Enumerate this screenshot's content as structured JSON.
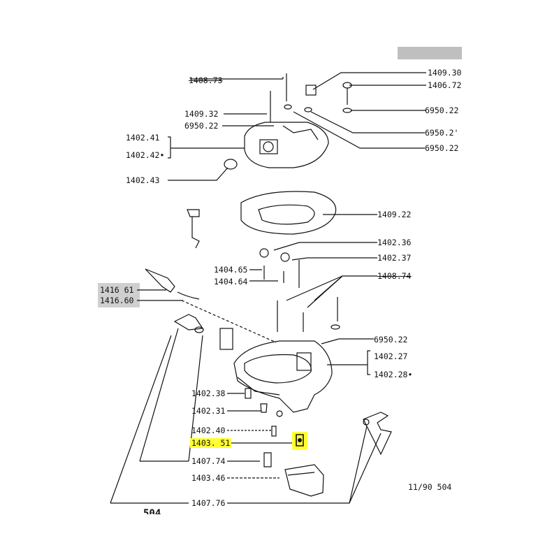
{
  "labels": {
    "l_1408_73": "1408.73",
    "l_1409_30": "1409.30",
    "l_1406_72": "1406.72",
    "l_1409_32": "1409.32",
    "l_6950_22_a": "6950.22",
    "l_6950_22_b": "6950.22",
    "l_6950_21": "6950.2'",
    "l_6950_22_c": "6950.22",
    "l_1402_41": "1402.41",
    "l_1402_42": "1402.42•",
    "l_1402_43": "1402.43",
    "l_1409_22": "1409.22",
    "l_1402_36": "1402.36",
    "l_1402_37": "1402.37",
    "l_1404_65": "1404.65",
    "l_1404_64": "1404.64",
    "l_1408_74": "1408.74",
    "l_1416_61": "1416 61",
    "l_1416_60": "1416.60",
    "l_6950_22_d": "6950.22",
    "l_1402_27": "1402.27",
    "l_1402_28": "1402.28•",
    "l_1402_38": "1402.38",
    "l_1402_31": "1402.31",
    "l_1402_40": "1402.40",
    "l_1403_51": "1403. 51",
    "l_1407_74": "1407.74",
    "l_1403_46": "1403.46",
    "l_1407_76": "1407.76",
    "footer": "11/90  504",
    "page_num": "504"
  },
  "colors": {
    "highlight": "#ffff33",
    "ink": "#111111",
    "tab": "#bfbfbf"
  }
}
